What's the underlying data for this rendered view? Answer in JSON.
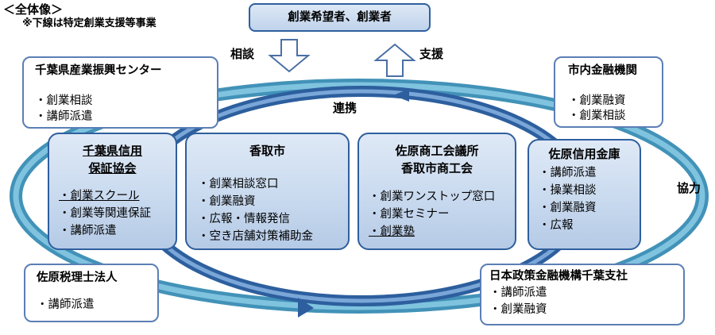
{
  "header": {
    "overview": "＜全体像＞",
    "note": "※下線は特定創業支援等事業"
  },
  "top_box": {
    "title": "創業希望者、創業者"
  },
  "arrow_labels": {
    "consult": "相談",
    "support": "支援",
    "collaboration": "連携",
    "cooperation": "協力"
  },
  "chiba_center": {
    "title": "千葉県産業振興センター",
    "items": [
      "・創業相談",
      "・講師派遣"
    ]
  },
  "bank": {
    "title": "市内金融機関",
    "items": [
      "・創業融資",
      "・創業相談"
    ]
  },
  "guarantee": {
    "title_line1": "千葉県信用",
    "title_line2": "保証協会",
    "items": [
      "・創業スクール",
      "・創業等関連保証",
      "・講師派遣"
    ]
  },
  "katori_city": {
    "title": "香取市",
    "items": [
      "・創業相談窓口",
      "・創業融資",
      "・広報・情報発信",
      "・空き店舗対策補助金"
    ]
  },
  "chamber": {
    "title_line1": "佐原商工会議所",
    "title_line2": "香取市商工会",
    "items": [
      "・創業ワンストップ窓口",
      "・創業セミナー",
      "・創業塾"
    ]
  },
  "credit_bank": {
    "title": "佐原信用金庫",
    "items": [
      "・講師派遣",
      "・操業相談",
      "・創業融資",
      "・広報"
    ]
  },
  "tax": {
    "title": "佐原税理士法人",
    "items": [
      "・講師派遣"
    ]
  },
  "jfc": {
    "title": "日本政策金融機構千葉支社",
    "items": [
      "・講師派遣",
      "・創業融資"
    ]
  }
}
